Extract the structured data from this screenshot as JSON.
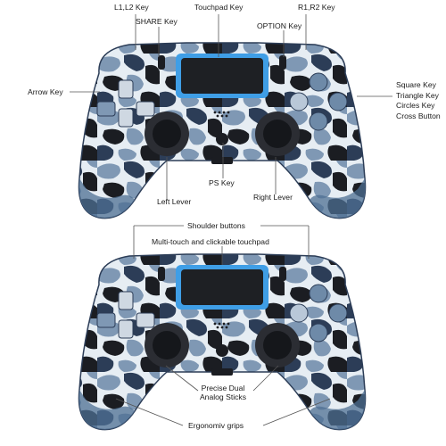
{
  "colors": {
    "camo_light": "#e6edf3",
    "camo_mid": "#7f98b4",
    "camo_dark": "#2c3d57",
    "camo_black": "#1b1d22",
    "light_bar": "#3f9ee6",
    "touchpad": "#1e2024",
    "leader": "#555555"
  },
  "top_controller": {
    "labels": {
      "l1l2": "L1,L2 Key",
      "touchpad": "Touchpad Key",
      "r1r2": "R1,R2 Key",
      "share": "SHARE Key",
      "option": "OPTION Key",
      "arrow": "Arrow Key",
      "face_keys": [
        "Square Key",
        "Triangle Key",
        "Circles Key",
        "Cross Button"
      ],
      "left_lever": "Left Lever",
      "ps": "PS Key",
      "right_lever": "Right Lever"
    }
  },
  "bottom_controller": {
    "labels": {
      "shoulder": "Shoulder buttons",
      "multitouch": "Multi-touch and clickable touchpad",
      "sticks": [
        "Precise Dual",
        "Analog Sticks"
      ],
      "grips": "Ergonomiv grips"
    }
  }
}
